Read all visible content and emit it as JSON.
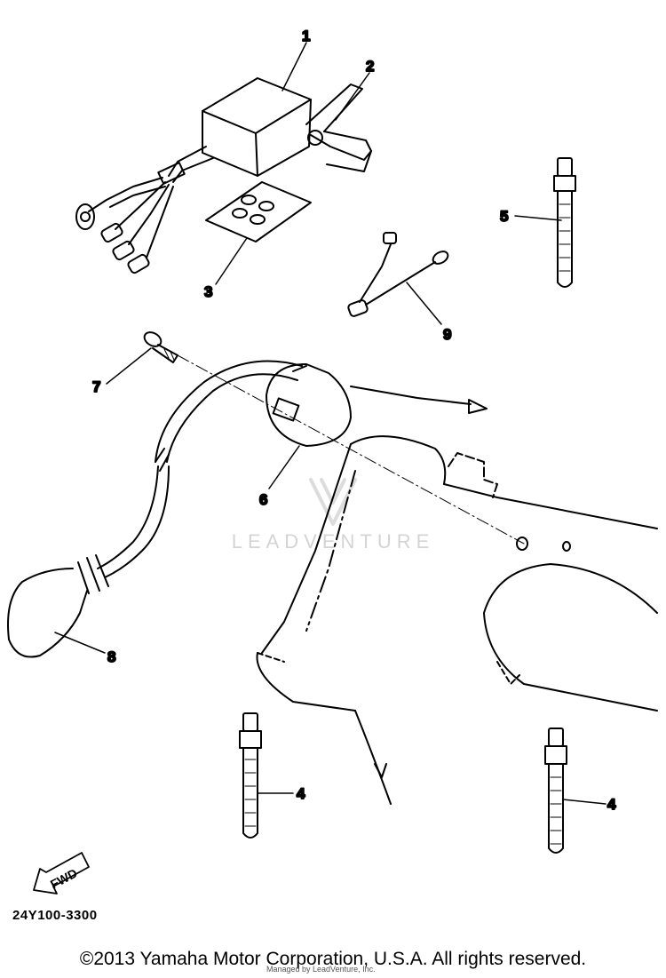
{
  "diagram": {
    "callouts": [
      "1",
      "2",
      "3",
      "4",
      "4",
      "5",
      "6",
      "7",
      "8",
      "9"
    ],
    "fwd_label": "FWD",
    "part_code": "24Y100-3300"
  },
  "watermark": "LEADVENTURE",
  "footer": {
    "copyright": "©2013 Yamaha Motor Corporation, U.S.A. All rights reserved.",
    "smallprint": "Managed by LeadVenture, Inc."
  },
  "colors": {
    "line": "#000000",
    "watermark": "#d4d4d4"
  }
}
